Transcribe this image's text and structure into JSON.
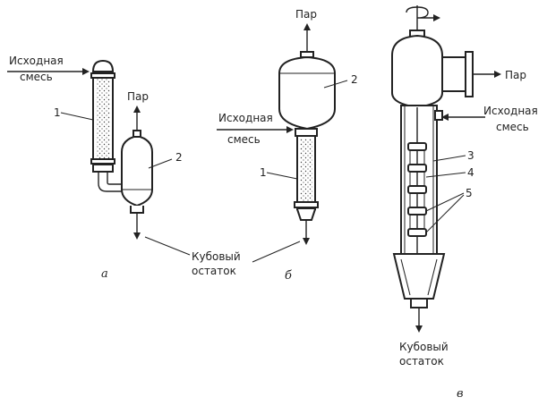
{
  "labels": {
    "feed_line1": "Исходная",
    "feed_line2": "смесь",
    "vapor": "Пар",
    "bottoms_line1": "Кубовый",
    "bottoms_line2": "остаток"
  },
  "numbers": {
    "n1": "1",
    "n2": "2",
    "n3": "3",
    "n4": "4",
    "n5": "5"
  },
  "captions": {
    "a": "а",
    "b": "б",
    "v": "в"
  }
}
